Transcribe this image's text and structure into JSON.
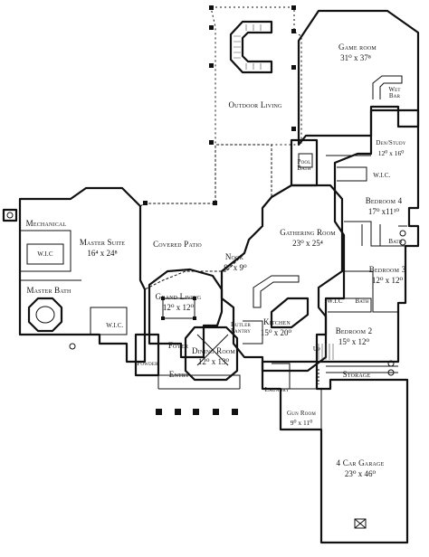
{
  "rooms": {
    "game_room": {
      "label": "Game room",
      "dims": "31⁰ x 37⁸"
    },
    "wet_bar": {
      "label": "Wet Bar"
    },
    "outdoor_living": {
      "label": "Outdoor Living"
    },
    "den_study": {
      "label": "Den/Study",
      "dims": "12⁰ x 16⁰"
    },
    "pool_bath": {
      "label": "Pool Bath"
    },
    "wic_den": {
      "label": "W.I.C."
    },
    "bedroom4": {
      "label": "Bedroom 4",
      "dims": "17⁰ x11¹⁰"
    },
    "bath4": {
      "label": "Bath"
    },
    "mechanical": {
      "label": "Mechanical"
    },
    "master_suite": {
      "label": "Master Suite",
      "dims": "16⁴ x 24⁸"
    },
    "wic_master1": {
      "label": "W.I.C"
    },
    "covered_patio": {
      "label": "Covered Patio"
    },
    "gathering_room": {
      "label": "Gathering Room",
      "dims": "23⁰ x 25⁴"
    },
    "nook": {
      "label": "Nook",
      "dims": "9⁰ x 9⁰"
    },
    "bedroom3": {
      "label": "Bedroom 3",
      "dims": "12⁰ x 12⁰"
    },
    "wic_b3": {
      "label": "W.I.C"
    },
    "bath3": {
      "label": "Bath"
    },
    "master_bath": {
      "label": "Master Bath"
    },
    "grand_living": {
      "label": "Grand Living",
      "dims": "12⁰ x 12⁰"
    },
    "wic_master2": {
      "label": "W.I.C."
    },
    "butler_pantry": {
      "label": "Butler Pantry"
    },
    "kitchen": {
      "label": "Kitchen",
      "dims": "15⁰ x 20⁰"
    },
    "bedroom2": {
      "label": "Bedroom 2",
      "dims": "15⁰ x 12⁰"
    },
    "up": {
      "label": "Up"
    },
    "foyer": {
      "label": "Foyer"
    },
    "dining_room": {
      "label": "Dining Room",
      "dims": "12⁰ x 13⁰"
    },
    "powder": {
      "label": "Powder"
    },
    "entry": {
      "label": "Entry"
    },
    "storage": {
      "label": "Storage"
    },
    "laundry": {
      "label": "Laundry"
    },
    "gun_room": {
      "label": "Gun Room",
      "dims": "9⁰ x 11⁰"
    },
    "garage": {
      "label": "4 Car Garage",
      "dims": "23⁰ x 46⁰"
    }
  }
}
